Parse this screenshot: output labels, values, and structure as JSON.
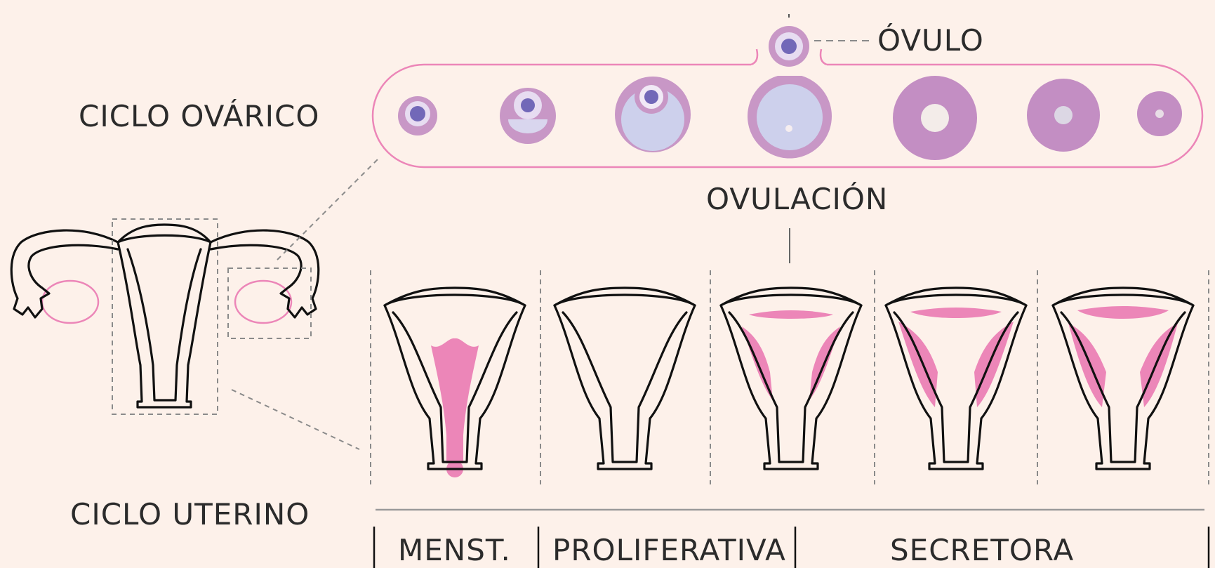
{
  "labels": {
    "ovarian_cycle": "CICLO OVÁRICO",
    "uterine_cycle": "CICLO UTERINO",
    "ovum": "ÓVULO",
    "ovulation": "OVULACIÓN"
  },
  "phases": [
    {
      "label": "MENST."
    },
    {
      "label": "PROLIFERATIVA"
    },
    {
      "label": "SECRETORA"
    }
  ],
  "colors": {
    "background": "#fdf1ea",
    "follicle": "#c897c6",
    "oocyte": "#7268b8",
    "endometrium": "#ec86b8",
    "outline": "#111111"
  }
}
